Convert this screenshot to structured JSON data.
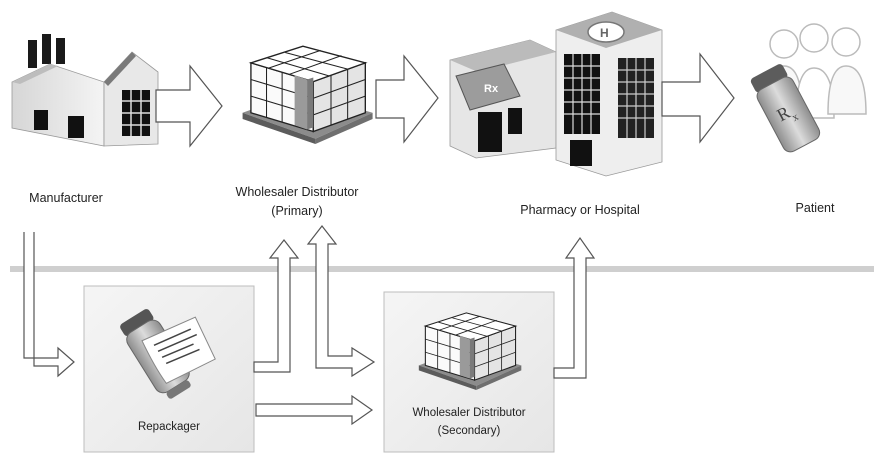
{
  "nodes": {
    "manufacturer": {
      "label": "Manufacturer"
    },
    "wholesaler_primary": {
      "label_line1": "Wholesaler Distributor",
      "label_line2": "(Primary)"
    },
    "pharmacy_hospital": {
      "label": "Pharmacy or Hospital"
    },
    "patient": {
      "label": "Patient"
    },
    "repackager": {
      "label": "Repackager"
    },
    "wholesaler_secondary": {
      "label_line1": "Wholesaler Distributor",
      "label_line2": "(Secondary)"
    }
  },
  "icons": {
    "manufacturer": "factory-icon",
    "wholesaler_primary": "pallet-boxes-icon",
    "pharmacy": "pharmacy-building-icon",
    "hospital": "hospital-building-icon",
    "patient": "patients-with-pill-bottle-icon",
    "repackager": "pill-bottle-with-label-icon",
    "wholesaler_secondary": "pallet-boxes-icon"
  },
  "colors": {
    "divider": "#cfcfcf",
    "panel": "#eeeeee",
    "panel_border": "#bdbdbd",
    "arrow_stroke": "#555555"
  }
}
